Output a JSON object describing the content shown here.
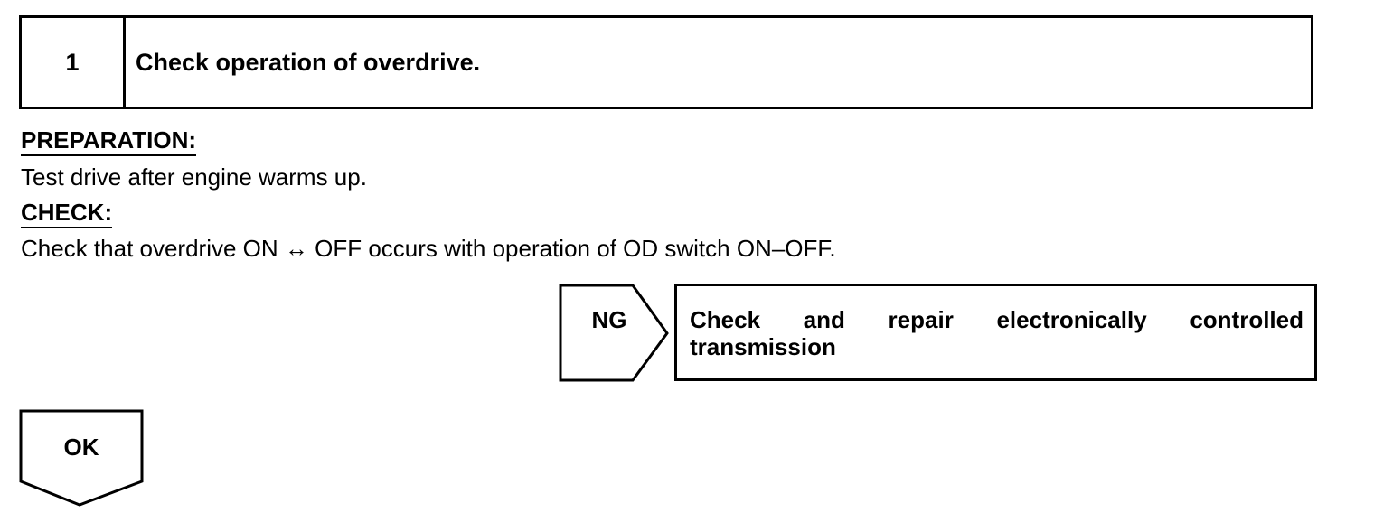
{
  "step": {
    "number": "1",
    "title": "Check operation of overdrive."
  },
  "preparation": {
    "heading": "PREPARATION:",
    "text": "Test drive after engine warms up."
  },
  "check": {
    "heading": "CHECK:",
    "text": "Check that overdrive ON ↔ OFF occurs with operation of OD switch ON–OFF."
  },
  "ng_branch": {
    "label": "NG",
    "result": "Check and repair electronically controlled transmission"
  },
  "ok_branch": {
    "label": "OK"
  }
}
